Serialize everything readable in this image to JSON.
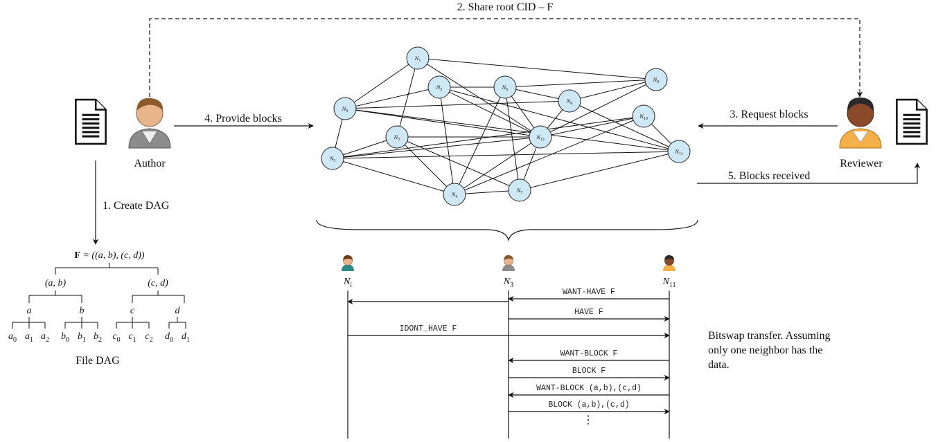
{
  "labels": {
    "share_root": "2. Share root CID – F",
    "provide_blocks": "4. Provide blocks",
    "request_blocks": "3. Request blocks",
    "blocks_received": "5. Blocks received",
    "create_dag": "1. Create DAG",
    "author": "Author",
    "reviewer": "Reviewer",
    "file_dag": "File DAG"
  },
  "dag": {
    "root_bold": "F",
    "root_rest": " = ((a, b), (c, d))",
    "left": "(a, b)",
    "right": "(c, d)",
    "mid": [
      "a",
      "b",
      "c",
      "d"
    ],
    "leaves": [
      {
        "base": "a",
        "sub": "0"
      },
      {
        "base": "a",
        "sub": "1"
      },
      {
        "base": "a",
        "sub": "2"
      },
      {
        "base": "b",
        "sub": "0"
      },
      {
        "base": "b",
        "sub": "1"
      },
      {
        "base": "b",
        "sub": "2"
      },
      {
        "base": "c",
        "sub": "0"
      },
      {
        "base": "c",
        "sub": "1"
      },
      {
        "base": "c",
        "sub": "2"
      },
      {
        "base": "d",
        "sub": "0"
      },
      {
        "base": "d",
        "sub": "1"
      }
    ]
  },
  "network": {
    "nodes": [
      {
        "base": "N",
        "sub": "0"
      },
      {
        "base": "N",
        "sub": "1"
      },
      {
        "base": "N",
        "sub": "2"
      },
      {
        "base": "N",
        "sub": "3"
      },
      {
        "base": "N",
        "sub": "4"
      },
      {
        "base": "N",
        "sub": "5"
      },
      {
        "base": "N",
        "sub": "6"
      },
      {
        "base": "N",
        "sub": "7"
      },
      {
        "base": "N",
        "sub": "8"
      },
      {
        "base": "N",
        "sub": "9"
      },
      {
        "base": "N",
        "sub": "10"
      },
      {
        "base": "N",
        "sub": "11"
      },
      {
        "base": "N",
        "sub": "12"
      }
    ]
  },
  "sequence": {
    "participants": [
      {
        "base": "N",
        "sub": "i"
      },
      {
        "base": "N",
        "sub": "3"
      },
      {
        "base": "N",
        "sub": "11"
      }
    ],
    "messages": [
      "WANT-HAVE F",
      "HAVE F",
      "IDONT_HAVE F",
      "WANT-BLOCK F",
      "BLOCK F",
      "WANT-BLOCK (a,b),(c,d)",
      "BLOCK (a,b),(c,d)"
    ],
    "caption": [
      "Bitswap transfer. Assuming",
      "only one neighbor has the",
      "data."
    ]
  }
}
